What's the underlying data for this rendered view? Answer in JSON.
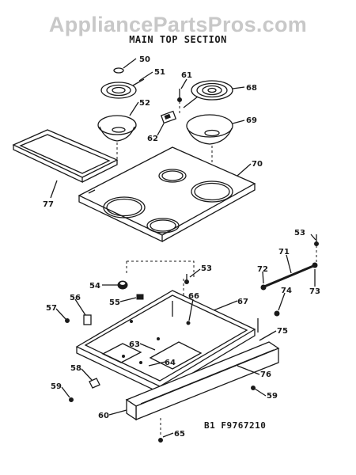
{
  "watermark": "AppliancePartsPros.com",
  "title": "MAIN TOP SECTION",
  "diagram_code": "B1   F9767210",
  "callouts": {
    "c50": "50",
    "c51": "51",
    "c52": "52",
    "c61": "61",
    "c68": "68",
    "c62": "62",
    "c69": "69",
    "c70": "70",
    "c77": "77",
    "c53a": "53",
    "c71": "71",
    "c72": "72",
    "c73": "73",
    "c53b": "53",
    "c54": "54",
    "c55": "55",
    "c56": "56",
    "c57": "57",
    "c66": "66",
    "c67": "67",
    "c74": "74",
    "c75": "75",
    "c63": "63",
    "c64": "64",
    "c58": "58",
    "c76": "76",
    "c59a": "59",
    "c59b": "59",
    "c60": "60",
    "c65": "65"
  }
}
